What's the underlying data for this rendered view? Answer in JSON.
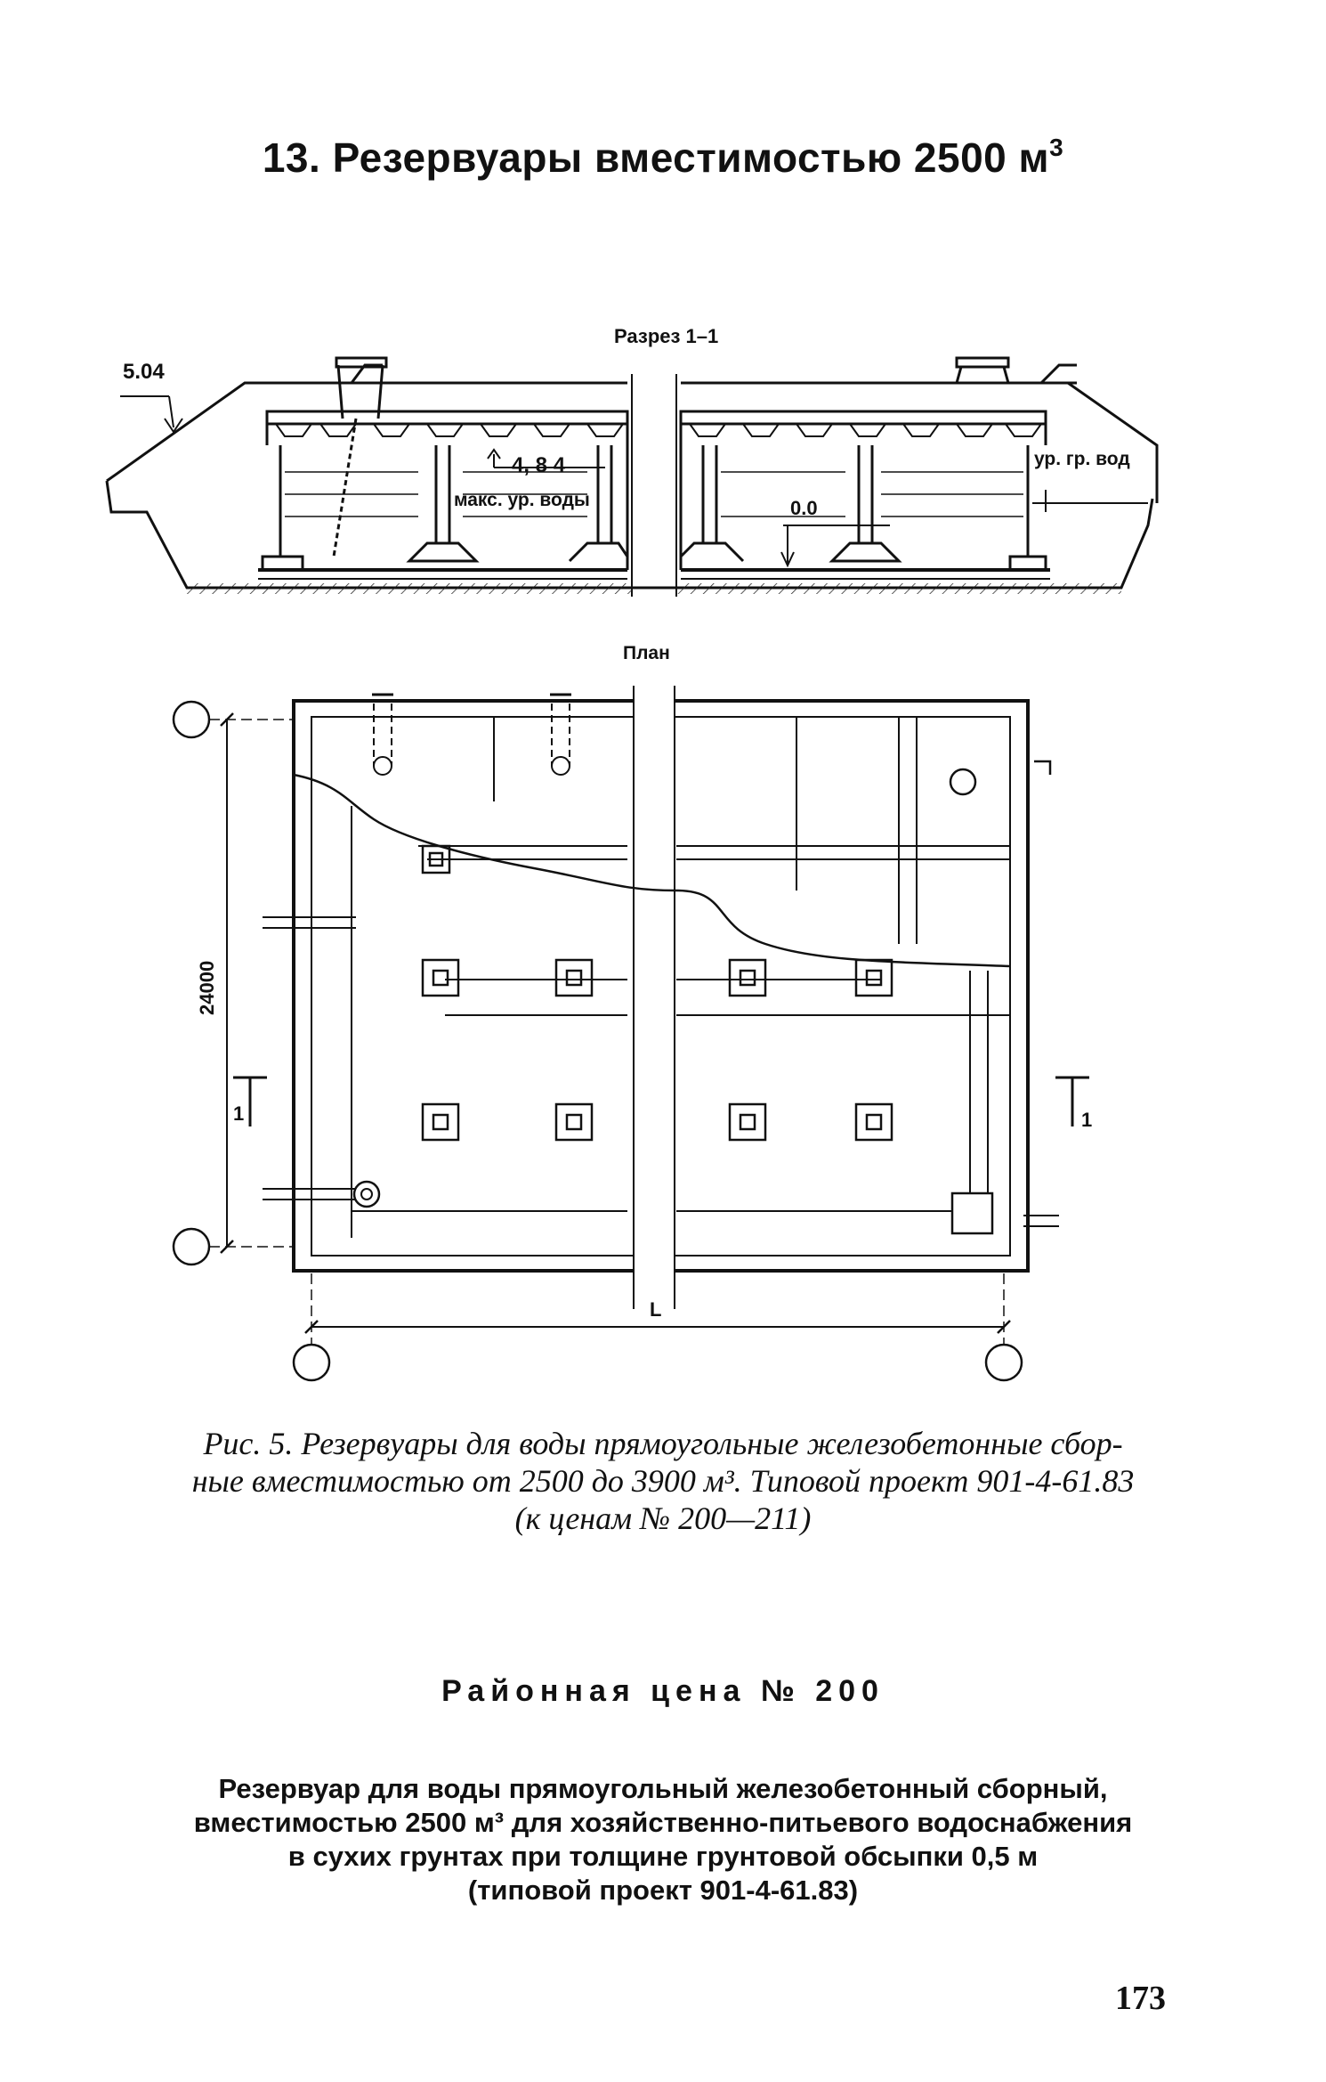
{
  "heading": {
    "number": "13.",
    "text": "Резервуары вместимостью 2500 м",
    "sup": "3"
  },
  "section": {
    "title": "Разрез 1–1",
    "left_level": "5.04",
    "max_water_mark": "4, 8 4",
    "max_water_label": "макс. ур. воды",
    "zero_mark": "0.0",
    "ground_water_label": "ур. гр. вод"
  },
  "plan": {
    "title": "План",
    "dimension_vertical": "24000",
    "dimension_horizontal": "L",
    "section_mark_left": "1",
    "section_mark_right": "1"
  },
  "caption": {
    "lines": [
      "Рис. 5. Резервуары для воды прямоугольные железобетонные сбор-",
      "ные вместимостью от 2500 до 3900 м³. Типовой проект 901-4-61.83",
      "(к ценам № 200—211)"
    ]
  },
  "price": {
    "title": "Районная цена № 200"
  },
  "description": {
    "lines": [
      "Резервуар для воды прямоугольный железобетонный сборный,",
      "вместимостью 2500 м³ для хозяйственно-питьевого водоснабжения",
      "в сухих грунтах при толщине грунтовой обсыпки 0,5 м",
      "(типовой проект 901-4-61.83)"
    ]
  },
  "page_number": "173"
}
